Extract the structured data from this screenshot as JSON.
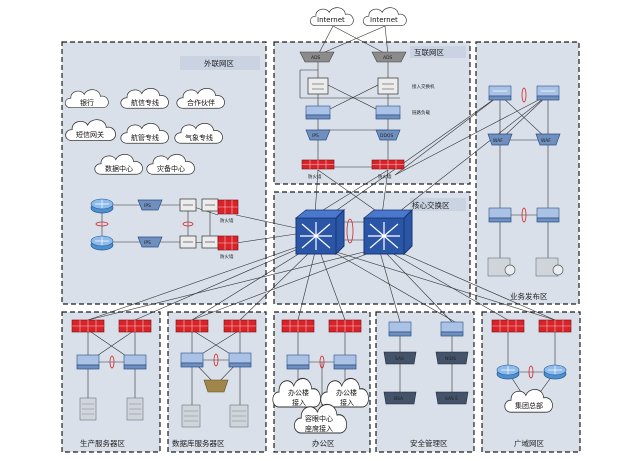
{
  "zones": {
    "external": "外联网区",
    "internet_zone": "互联网区",
    "core": "核心交换区",
    "business": "业务发布区",
    "production": "生产服务器区",
    "database": "数据库服务器区",
    "office": "办公区",
    "security": "安全管理区",
    "wan": "广域网区"
  },
  "internet_clouds": [
    "Internet",
    "Internet"
  ],
  "external_clouds": [
    "银行",
    "航信专线",
    "合作伙伴",
    "短信网关",
    "航管专线",
    "气象专线",
    "数据中心",
    "灾备中心"
  ],
  "office_clouds": [
    "办公楼\n接入",
    "办公楼\n接入",
    "容眼中心\n座席接入"
  ],
  "wan_cloud": "集团总部",
  "device_labels": {
    "access_switch": "接入交换机",
    "load_balancer": "链路负载",
    "firewall": "防火墙",
    "ext_firewall_1": "防火墙",
    "ext_firewall_2": "防火墙",
    "ads": "ADS",
    "ips": "IPS",
    "ddos": "DDOS",
    "waf": "WAF",
    "sas": "SAS",
    "nids": "NIDS",
    "bsa": "BSA",
    "sase": "SAS E"
  },
  "colors": {
    "zone_fill": "#d9e0ea",
    "firewall": "#d8232a",
    "core_switch": "#2b56a8",
    "router": "#4d8fd1"
  }
}
